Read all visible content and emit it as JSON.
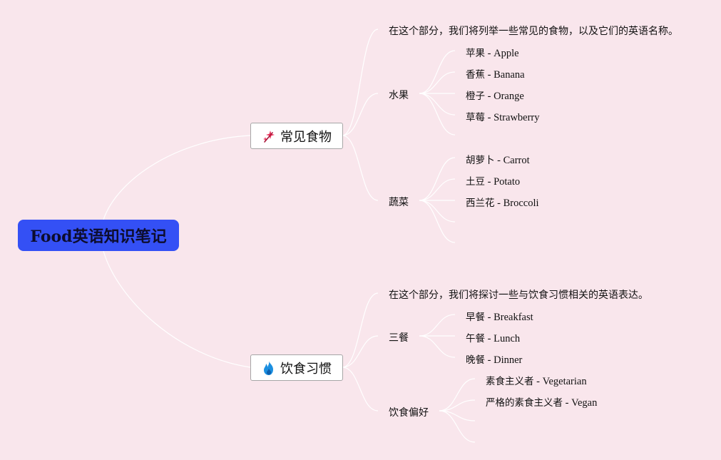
{
  "mindmap": {
    "root": {
      "title": "Food英语知识笔记",
      "color": "#3450f5"
    },
    "background": "#f9e6ec",
    "line_color": "#ffffff",
    "branches": [
      {
        "label": "常见食物",
        "icon": "sparkles-icon",
        "intro": "在这个部分，我们将列举一些常见的食物，以及它们的英语名称。",
        "groups": [
          {
            "label": "水果",
            "items": [
              {
                "zh": "苹果",
                "en": "Apple"
              },
              {
                "zh": "香蕉",
                "en": "Banana"
              },
              {
                "zh": "橙子",
                "en": "Orange"
              },
              {
                "zh": "草莓",
                "en": "Strawberry"
              }
            ]
          },
          {
            "label": "蔬菜",
            "items": [
              {
                "zh": "胡萝卜",
                "en": "Carrot"
              },
              {
                "zh": "土豆",
                "en": "Potato"
              },
              {
                "zh": "西兰花",
                "en": "Broccoli"
              }
            ]
          }
        ]
      },
      {
        "label": "饮食习惯",
        "icon": "fire-icon",
        "intro": "在这个部分，我们将探讨一些与饮食习惯相关的英语表达。",
        "groups": [
          {
            "label": "三餐",
            "items": [
              {
                "zh": "早餐",
                "en": "Breakfast"
              },
              {
                "zh": "午餐",
                "en": "Lunch"
              },
              {
                "zh": "晚餐",
                "en": "Dinner"
              }
            ]
          },
          {
            "label": "饮食偏好",
            "items": [
              {
                "zh": "素食主义者",
                "en": "Vegetarian"
              },
              {
                "zh": "严格的素食主义者",
                "en": "Vegan"
              }
            ]
          }
        ]
      }
    ]
  }
}
